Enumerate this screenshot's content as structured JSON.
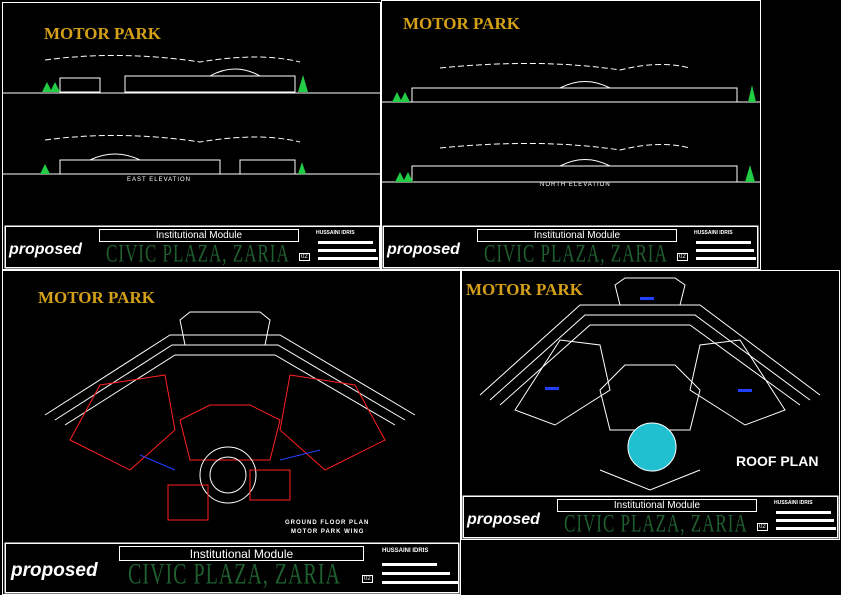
{
  "sheets": {
    "top_left": {
      "title": "MOTOR PARK",
      "elevation_label": "EAST ELEVATION"
    },
    "top_right": {
      "title": "MOTOR PARK",
      "elevation_label": "NORTH ELEVATION"
    },
    "bottom_left": {
      "title": "MOTOR PARK",
      "plan_label_1": "GROUND FLOOR PLAN",
      "plan_label_2": "MOTOR PARK WING"
    },
    "bottom_right": {
      "title": "MOTOR PARK",
      "plan_label": "ROOF PLAN"
    }
  },
  "title_block": {
    "module": "Institutional Module",
    "proposed": "proposed",
    "project": "CIVIC PLAZA, ZARIA",
    "author": "HUSSAINI IDRIS",
    "sheet_number": "02"
  },
  "colors": {
    "title": "#d4a017",
    "tree": "#22cc44",
    "plan_red": "#ff2020",
    "plan_blue": "#2040ff",
    "pool": "#20c0d0",
    "project_text": "#1f5f2f"
  }
}
